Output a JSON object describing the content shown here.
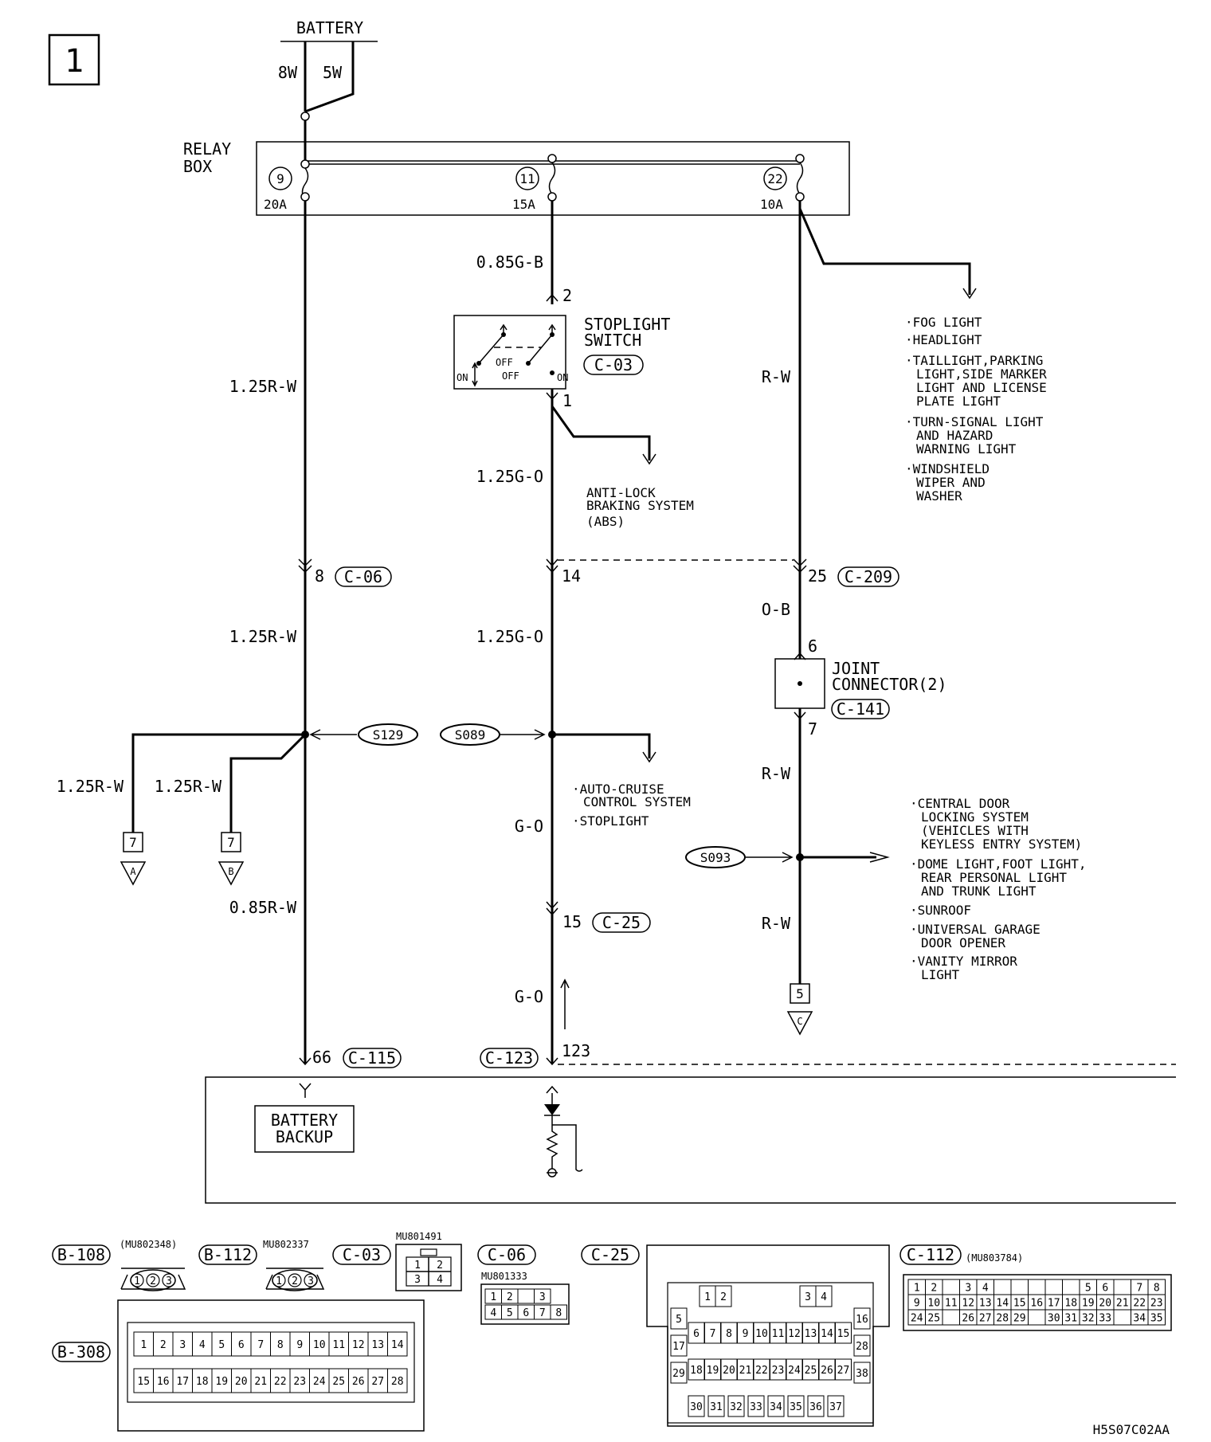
{
  "page_number": "1",
  "battery": {
    "label": "BATTERY",
    "wire_left": "8W",
    "wire_right": "5W"
  },
  "relay_box": {
    "label_line1": "RELAY",
    "label_line2": "BOX",
    "fuses": [
      {
        "number": "9",
        "rating": "20A"
      },
      {
        "number": "11",
        "rating": "15A"
      },
      {
        "number": "22",
        "rating": "10A"
      }
    ]
  },
  "wire_labels": {
    "left_upper": "1.25R-W",
    "left_mid": "1.25R-W",
    "left_lower": "0.85R-W",
    "branch_a": "1.25R-W",
    "branch_b": "1.25R-W",
    "mid_top": "0.85G-B",
    "mid_upper": "1.25G-O",
    "mid_mid": "1.25G-O",
    "mid_lower": "G-O",
    "mid_bottom": "G-O",
    "right_upper": "R-W",
    "right_jc": "O-B",
    "right_mid": "R-W",
    "right_lower": "R-W"
  },
  "stoplight_switch": {
    "name_line1": "STOPLIGHT",
    "name_line2": "SWITCH",
    "connector": "C-03",
    "pin_top": "2",
    "pin_bottom": "1",
    "on_left": "ON",
    "on_right": "ON",
    "off_upper": "OFF",
    "off_lower": "OFF"
  },
  "abs": {
    "line1": "ANTI-LOCK",
    "line2": "BRAKING SYSTEM",
    "line3": "(ABS)"
  },
  "fuse22_loads": [
    [
      "·FOG LIGHT"
    ],
    [
      "·HEADLIGHT"
    ],
    [
      "·TAILLIGHT,PARKING",
      "LIGHT,SIDE MARKER",
      "LIGHT AND LICENSE",
      "PLATE LIGHT"
    ],
    [
      "·TURN-SIGNAL LIGHT",
      "AND HAZARD",
      "WARNING LIGHT"
    ],
    [
      "·WINDSHIELD",
      "WIPER AND",
      "WASHER"
    ]
  ],
  "connectors_mid": {
    "c06_pin": "8",
    "c06": "C-06",
    "c23_pin": "14",
    "c209_pin": "25",
    "c209": "C-209"
  },
  "joint_connector": {
    "line1": "JOINT",
    "line2": "CONNECTOR(2)",
    "connector": "C-141",
    "pin_in": "6",
    "pin_out": "7"
  },
  "splices": {
    "s129": "S129",
    "s089": "S089",
    "s093": "S093"
  },
  "cruise_loads": [
    "·AUTO-CRUISE",
    "CONTROL SYSTEM",
    "·STOPLIGHT"
  ],
  "body_loads": [
    [
      "·CENTRAL DOOR",
      "LOCKING SYSTEM",
      "(VEHICLES WITH",
      "KEYLESS ENTRY SYSTEM)"
    ],
    [
      "·DOME LIGHT,FOOT LIGHT,",
      "REAR PERSONAL LIGHT",
      "AND TRUNK LIGHT"
    ],
    [
      "·SUNROOF"
    ],
    [
      "·UNIVERSAL GARAGE",
      "DOOR OPENER"
    ],
    [
      "·VANITY MIRROR",
      "LIGHT"
    ]
  ],
  "grounds": {
    "a_pin": "7",
    "a_letter": "A",
    "b_pin": "7",
    "b_letter": "B",
    "c_pin": "5",
    "c_letter": "C"
  },
  "c25": {
    "pin": "15",
    "name": "C-25"
  },
  "ecu": {
    "c115_pin": "66",
    "c115": "C-115",
    "c123": "C-123",
    "c123_pin": "123",
    "backup_line1": "BATTERY",
    "backup_line2": "BACKUP"
  },
  "connector_views": {
    "b108": {
      "name": "B-108",
      "part": "(MU802348)",
      "pins": [
        "1",
        "2",
        "3"
      ]
    },
    "b112": {
      "name": "B-112",
      "part": "MU802337",
      "pins": [
        "1",
        "2",
        "3"
      ]
    },
    "c03": {
      "name": "C-03",
      "part": "MU801491",
      "pins": [
        "1",
        "2",
        "3",
        "4"
      ]
    },
    "c06": {
      "name": "C-06",
      "part": "MU801333",
      "pins_top": [
        "1",
        "2",
        "",
        "3"
      ],
      "pins_bottom": [
        "4",
        "5",
        "6",
        "7",
        "8"
      ]
    },
    "c25": {
      "name": "C-25"
    },
    "c112": {
      "name": "C-112",
      "part": "(MU803784)"
    },
    "b308": {
      "name": "B-308",
      "row1": [
        "1",
        "2",
        "3",
        "4",
        "5",
        "6",
        "7",
        "8",
        "9",
        "10",
        "11",
        "12",
        "13",
        "14"
      ],
      "row2": [
        "15",
        "16",
        "17",
        "18",
        "19",
        "20",
        "21",
        "22",
        "23",
        "24",
        "25",
        "26",
        "27",
        "28"
      ]
    }
  },
  "c25_grid": {
    "row1": [
      "1",
      "2",
      "3",
      "4"
    ],
    "side_left": [
      "5",
      "17",
      "29"
    ],
    "side_right": [
      "16",
      "28",
      "38"
    ],
    "row2": [
      "6",
      "7",
      "8",
      "9",
      "10",
      "11",
      "12",
      "13",
      "14",
      "15"
    ],
    "row3": [
      "18",
      "19",
      "20",
      "21",
      "22",
      "23",
      "24",
      "25",
      "26",
      "27"
    ],
    "row4": [
      "30",
      "31",
      "32",
      "33",
      "34",
      "35",
      "36",
      "37"
    ]
  },
  "c112_grid": {
    "row1": [
      "1",
      "2",
      "",
      "3",
      "4",
      "",
      "",
      "",
      "",
      "",
      "5",
      "6",
      "",
      "7",
      "8"
    ],
    "row2": [
      "9",
      "10",
      "11",
      "12",
      "13",
      "14",
      "15",
      "16",
      "17",
      "18",
      "19",
      "20",
      "21",
      "22",
      "23"
    ],
    "row3": [
      "24",
      "25",
      "",
      "26",
      "27",
      "28",
      "29",
      "",
      "30",
      "31",
      "32",
      "33",
      "",
      "34",
      "35"
    ]
  },
  "figure_code": "H5S07C02AA"
}
